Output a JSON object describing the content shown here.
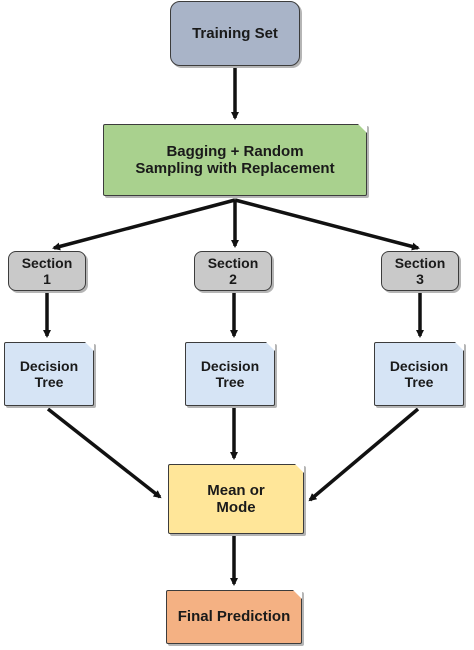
{
  "nodes": {
    "training_set": "Training Set",
    "bagging": [
      "Bagging + Random",
      "Sampling with Replacement"
    ],
    "section1": [
      "Section",
      "1"
    ],
    "section2": [
      "Section",
      "2"
    ],
    "section3": [
      "Section",
      "3"
    ],
    "tree1": [
      "Decision",
      "Tree"
    ],
    "tree2": [
      "Decision",
      "Tree"
    ],
    "tree3": [
      "Decision",
      "Tree"
    ],
    "mean": [
      "Mean or",
      "Mode"
    ],
    "final": "Final Prediction"
  },
  "colors": {
    "training_fill": "#a9b4c8",
    "bagging_fill": "#a9d18e",
    "section_fill": "#c9c9c9",
    "tree_fill": "#d6e4f5",
    "mean_fill": "#ffe699",
    "final_fill": "#f4b183",
    "arrow": "#111111"
  }
}
